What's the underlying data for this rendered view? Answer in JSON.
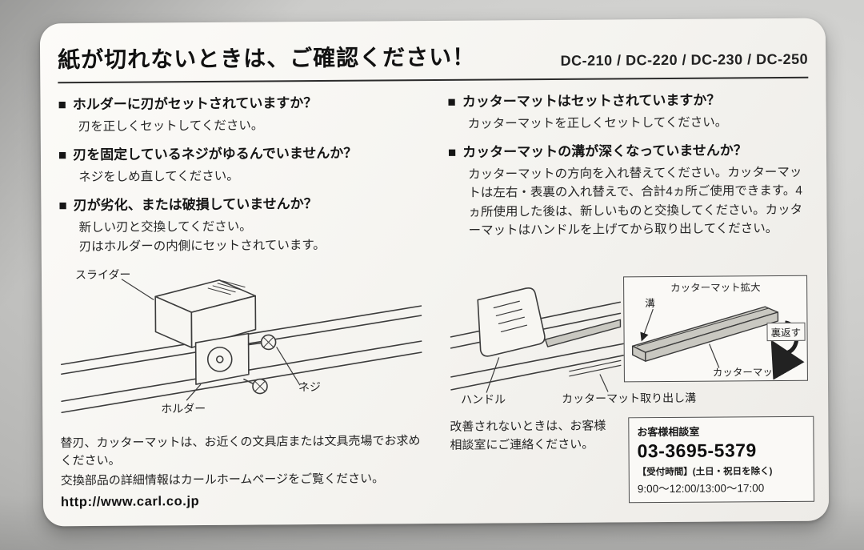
{
  "bullet": "■",
  "title": "紙が切れないときは、ご確認ください！",
  "models": "DC-210 / DC-220 / DC-230 / DC-250",
  "left_column": {
    "items": [
      {
        "heading": "ホルダーに刃がセットされていますか？",
        "body": "刃を正しくセットしてください。"
      },
      {
        "heading": "刃を固定しているネジがゆるんでいませんか？",
        "body": "ネジをしめ直してください。"
      },
      {
        "heading": "刃が劣化、または破損していませんか？",
        "body": "新しい刃と交換してください。\n刃はホルダーの内側にセットされています。"
      }
    ],
    "diagram_labels": {
      "slider": "スライダー",
      "holder": "ホルダー",
      "screw": "ネジ"
    },
    "notes": [
      "替刃、カッターマットは、お近くの文具店または文具売場でお求めください。",
      "交換部品の詳細情報はカールホームページをご覧ください。"
    ],
    "url": "http://www.carl.co.jp"
  },
  "right_column": {
    "items": [
      {
        "heading": "カッターマットはセットされていますか？",
        "body": "カッターマットを正しくセットしてください。"
      },
      {
        "heading": "カッターマットの溝が深くなっていませんか？",
        "body": "カッターマットの方向を入れ替えてください。カッターマットは左右・表裏の入れ替えで、合計4ヵ所ご使用できます。4ヵ所使用した後は、新しいものと交換してください。カッターマットはハンドルを上げてから取り出してください。"
      }
    ],
    "diagram_labels": {
      "mat_enlarged": "カッターマット拡大",
      "groove": "溝",
      "flip": "裏返す",
      "mat": "カッターマット",
      "handle": "ハンドル",
      "mat_removal": "カッターマット取り出し溝"
    },
    "note": "改善されないときは、お客様相談室にご連絡ください。",
    "contact": {
      "label": "お客様相談室",
      "phone": "03-3695-5379",
      "hours_label": "【受付時間】(土日・祝日を除く)",
      "hours": "9:00～12:00/13:00～17:00"
    }
  }
}
